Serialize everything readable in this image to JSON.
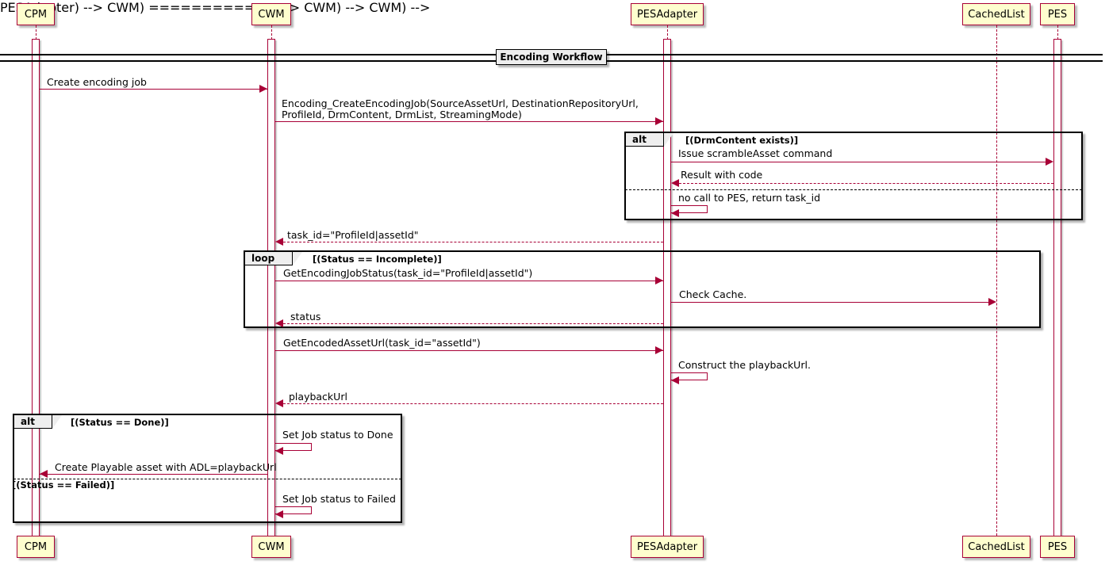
{
  "diagram": {
    "type": "uml-sequence-diagram",
    "title": "Encoding Workflow",
    "colors": {
      "participant_fill": "#FEFECE",
      "participant_border": "#A80036",
      "message_color": "#A80036",
      "fragment_border": "#000000",
      "fragment_tab_fill": "#EEEEEE"
    }
  },
  "participants": [
    {
      "id": "cpm",
      "label": "CPM"
    },
    {
      "id": "cwm",
      "label": "CWM"
    },
    {
      "id": "pesadapter",
      "label": "PESAdapter"
    },
    {
      "id": "cachedlist",
      "label": "CachedList"
    },
    {
      "id": "pes",
      "label": "PES"
    }
  ],
  "divider": {
    "label": "Encoding Workflow"
  },
  "messages": [
    {
      "id": "m1",
      "from": "cpm",
      "to": "cwm",
      "label": "Create encoding job",
      "style": "solid"
    },
    {
      "id": "m2",
      "from": "cwm",
      "to": "pesadapter",
      "label": "Encoding_CreateEncodingJob(SourceAssetUrl, DestinationRepositoryUrl,\nProfileId, DrmContent, DrmList, StreamingMode)",
      "style": "solid"
    },
    {
      "id": "m3",
      "from": "pesadapter",
      "to": "pes",
      "label": "Issue scrambleAsset command",
      "style": "solid"
    },
    {
      "id": "m4",
      "from": "pes",
      "to": "pesadapter",
      "label": "Result with code",
      "style": "dotted"
    },
    {
      "id": "m5",
      "from": "pesadapter",
      "to": "pesadapter",
      "label": "no call to PES, return task_id",
      "style": "self"
    },
    {
      "id": "m6",
      "from": "pesadapter",
      "to": "cwm",
      "label": "task_id=\"ProfileId|assetId\"",
      "style": "dotted"
    },
    {
      "id": "m7",
      "from": "cwm",
      "to": "pesadapter",
      "label": "GetEncodingJobStatus(task_id=\"ProfileId|assetId\")",
      "style": "solid"
    },
    {
      "id": "m8",
      "from": "pesadapter",
      "to": "cachedlist",
      "label": "Check Cache.",
      "style": "solid"
    },
    {
      "id": "m9",
      "from": "pesadapter",
      "to": "cwm",
      "label": "status",
      "style": "dotted"
    },
    {
      "id": "m10",
      "from": "cwm",
      "to": "pesadapter",
      "label": "GetEncodedAssetUrl(task_id=\"assetId\")",
      "style": "solid"
    },
    {
      "id": "m11",
      "from": "pesadapter",
      "to": "pesadapter",
      "label": "Construct the playbackUrl.",
      "style": "self"
    },
    {
      "id": "m12",
      "from": "pesadapter",
      "to": "cwm",
      "label": "playbackUrl",
      "style": "dotted"
    },
    {
      "id": "m13",
      "from": "cwm",
      "to": "cwm",
      "label": "Set Job status to Done",
      "style": "self"
    },
    {
      "id": "m14",
      "from": "cwm",
      "to": "cpm",
      "label": "Create Playable asset with ADL=playbackUrl",
      "style": "solid"
    },
    {
      "id": "m15",
      "from": "cwm",
      "to": "cwm",
      "label": "Set Job status to Failed",
      "style": "self"
    }
  ],
  "fragments": [
    {
      "id": "alt1",
      "operator": "alt",
      "conditions": [
        "[(DrmContent exists)]",
        ""
      ],
      "branch1_condition": "[(DrmContent exists)]"
    },
    {
      "id": "loop1",
      "operator": "loop",
      "condition": "[(Status == Incomplete)]"
    },
    {
      "id": "alt2",
      "operator": "alt",
      "condition": "[(Status == Done)]",
      "else_condition": "[(Status == Failed)]"
    }
  ]
}
